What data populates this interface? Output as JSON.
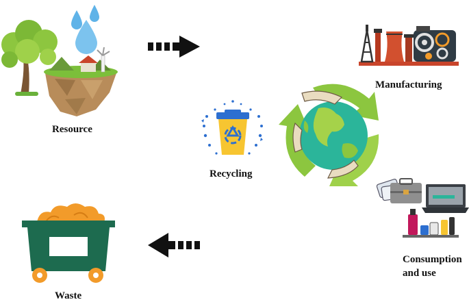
{
  "labels": {
    "resource": "Resource",
    "manufacturing": "Manufacturing",
    "recycling": "Recycling",
    "consumption_line1": "Consumption",
    "consumption_line2": "and use",
    "waste": "Waste"
  },
  "icons": {
    "resource": "island-tree-water-icon",
    "manufacturing": "factory-gears-icon",
    "recycling": "recycle-bin-icon",
    "globe": "recycle-globe-icon",
    "consumption": "consumer-goods-icon",
    "waste": "waste-container-icon",
    "arrow_right": "dashed-arrow-right-icon",
    "arrow_left": "dashed-arrow-left-icon"
  },
  "colors": {
    "dark_green": "#1d6b4f",
    "orange": "#f29b2a",
    "recycle_green": "#8cc63f",
    "globe_teal": "#2bb59a",
    "bin_yellow": "#f7c531",
    "bin_blue": "#2d6fd0",
    "factory_red": "#c9452b"
  }
}
